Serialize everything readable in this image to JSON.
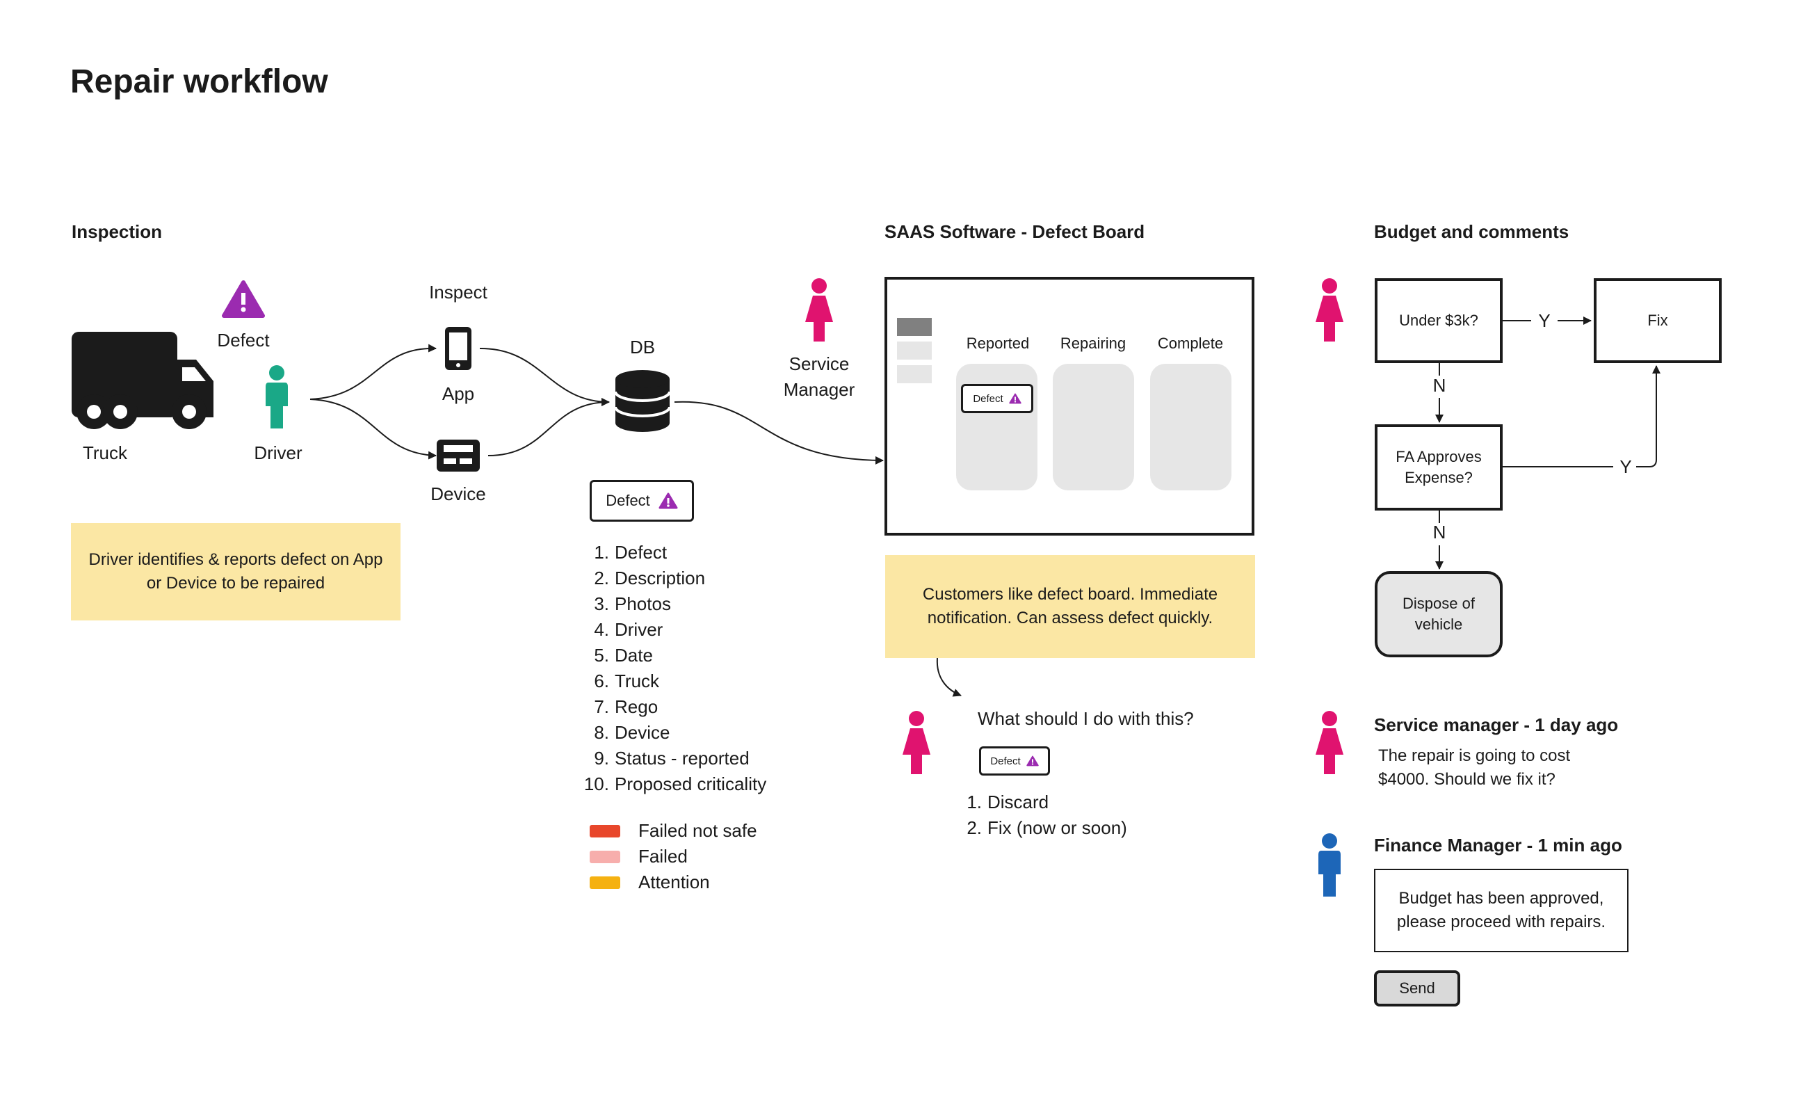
{
  "title": "Repair workflow",
  "sections": {
    "inspection": "Inspection",
    "saas": "SAAS Software - Defect Board",
    "budget": "Budget and comments"
  },
  "inspection": {
    "truck_label": "Truck",
    "driver_label": "Driver",
    "defect_label": "Defect",
    "inspect_label": "Inspect",
    "app_label": "App",
    "device_label": "Device",
    "db_label": "DB",
    "sticky": "Driver identifies & reports defect on App or Device to be repaired"
  },
  "defect_card": {
    "label": "Defect",
    "fields": [
      "Defect",
      "Description",
      "Photos",
      "Driver",
      "Date",
      "Truck",
      "Rego",
      "Device",
      "Status - reported",
      "Proposed criticality"
    ],
    "legend": [
      {
        "label": "Failed not safe",
        "color": "#e8472b"
      },
      {
        "label": "Failed",
        "color": "#f7aeac"
      },
      {
        "label": "Attention",
        "color": "#f5b111"
      }
    ]
  },
  "board": {
    "service_manager_label": "Service Manager",
    "columns": [
      "Reported",
      "Repairing",
      "Complete"
    ],
    "card_label": "Defect",
    "sticky": "Customers like defect board. Immediate notification. Can assess defect quickly.",
    "question": "What should I do with this?",
    "question_chip": "Defect",
    "options": [
      "Discard",
      "Fix (now or soon)"
    ]
  },
  "flow": {
    "under": "Under $3k?",
    "fix": "Fix",
    "fa": "FA Approves Expense?",
    "dispose": "Dispose of vehicle",
    "yes": "Y",
    "no": "N"
  },
  "comments": [
    {
      "header": "Service manager - 1 day ago",
      "text": "The repair is going to cost $4000. Should we fix it?"
    },
    {
      "header": "Finance Manager - 1 min ago",
      "text": "Budget has been approved, please proceed with repairs."
    }
  ],
  "send_label": "Send",
  "colors": {
    "service_person": "#e0136f",
    "driver_person": "#1aa887",
    "finance_person": "#1d66b8",
    "defect_warning": "#9b2bb0",
    "sticky": "#fbe7a4"
  },
  "icons": {
    "truck": "truck-icon",
    "driver": "person-icon",
    "warning": "warning-icon",
    "app": "phone-icon",
    "device": "device-icon",
    "db": "database-icon"
  }
}
